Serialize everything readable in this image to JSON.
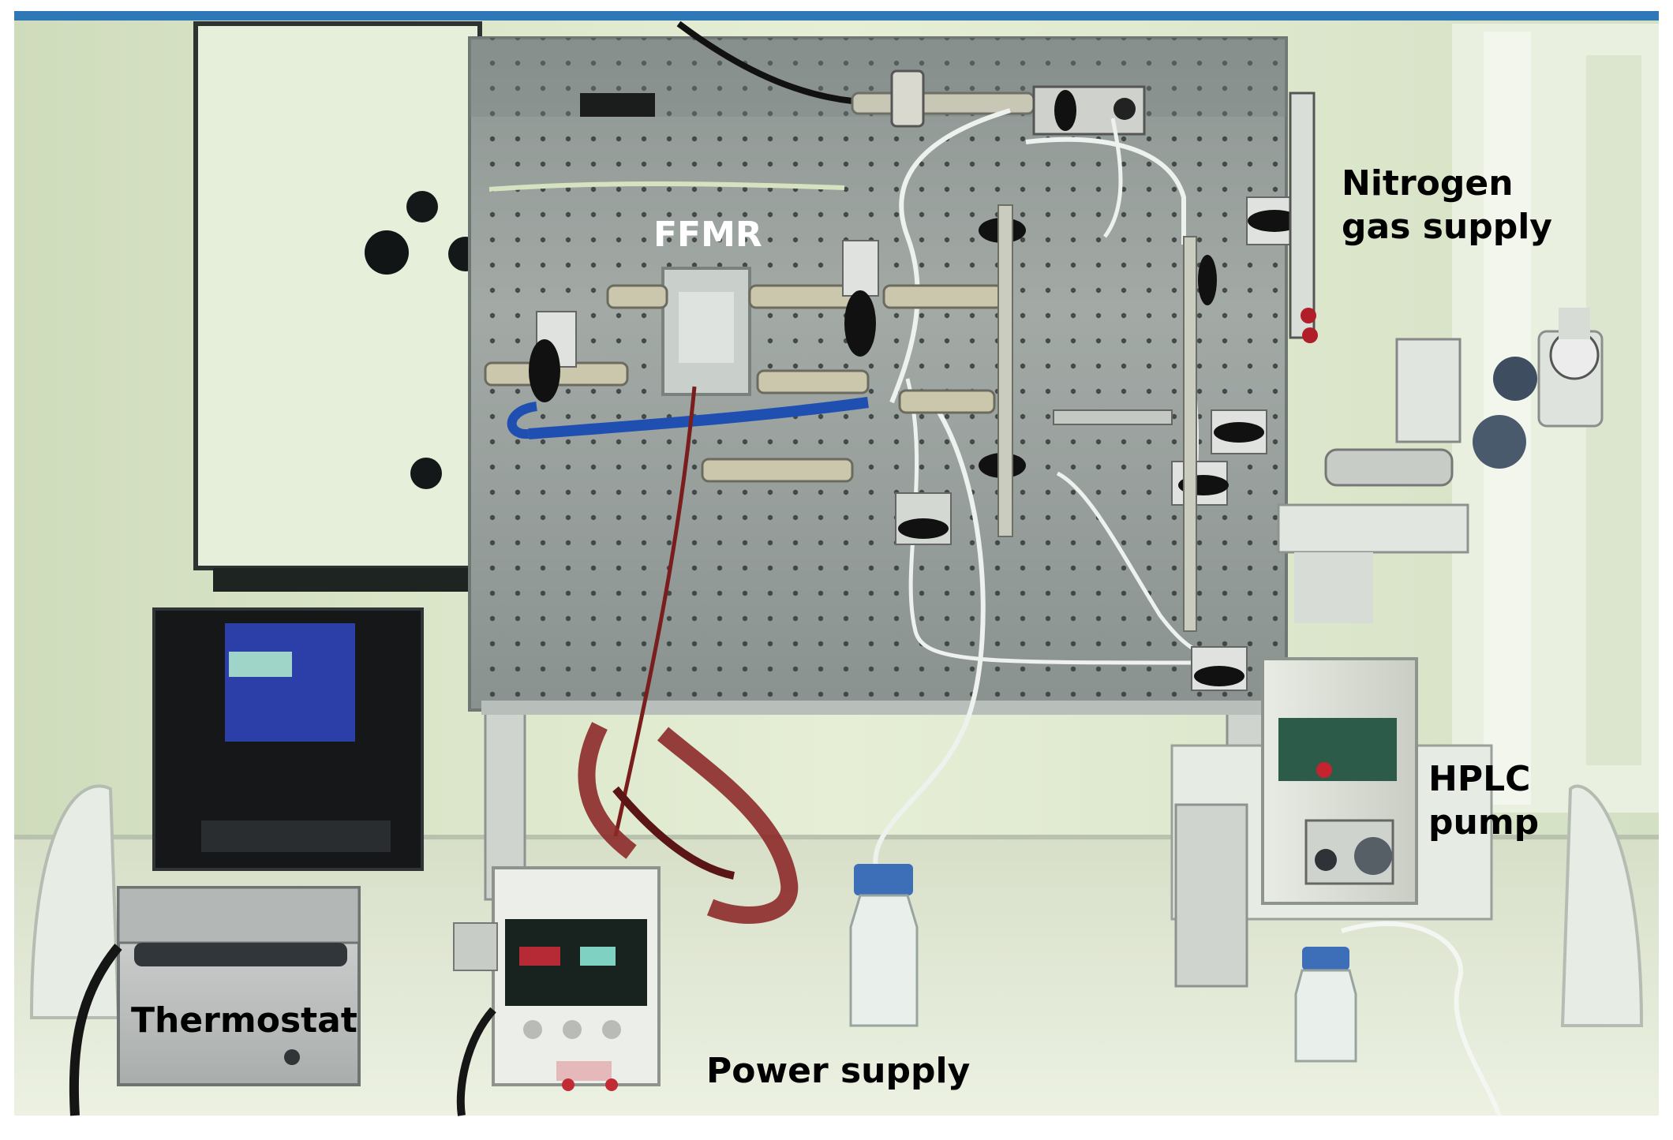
{
  "figure": {
    "labels": {
      "ffmr": "FFMR",
      "nitrogen": [
        "Nitrogen",
        "gas supply"
      ],
      "hplc": [
        "HPLC",
        "pump"
      ],
      "thermostat": "Thermostat",
      "power_supply": "Power supply"
    },
    "colors": {
      "wall": "#e2ecd2",
      "benchtop": "#dde5cf",
      "panel": "#9aa1a0",
      "hole": "#3a4040",
      "tubing_blue": "#1f4fb0",
      "wire_red": "#8c2a2a",
      "valve_black": "#111111",
      "thermostat_display": "#2c3fa8",
      "power_display": "#18231f"
    }
  }
}
